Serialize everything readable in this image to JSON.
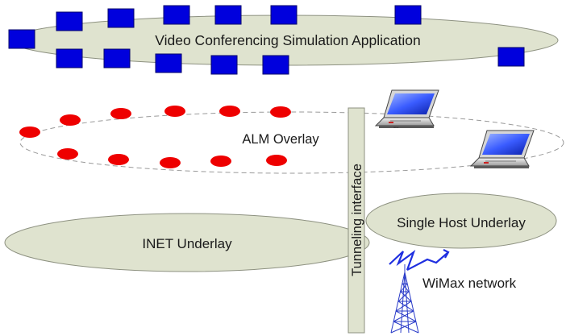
{
  "labels": {
    "app": "Video Conferencing Simulation Application",
    "alm": "ALM Overlay",
    "tunnel": "Tunneling interface",
    "single_host": "Single Host Underlay",
    "inet": "INET Underlay",
    "wimax": "WiMax network"
  },
  "colors": {
    "ellipse_fill": "#dfe3cf",
    "ellipse_stroke": "#8d9180",
    "node_blue": "#0000dd",
    "node_red": "#ee0000",
    "wireless": "#1f2fe0"
  },
  "icons": {
    "laptop": "laptop-icon",
    "tower": "radio-tower-icon",
    "wireless": "lightning-icon"
  }
}
